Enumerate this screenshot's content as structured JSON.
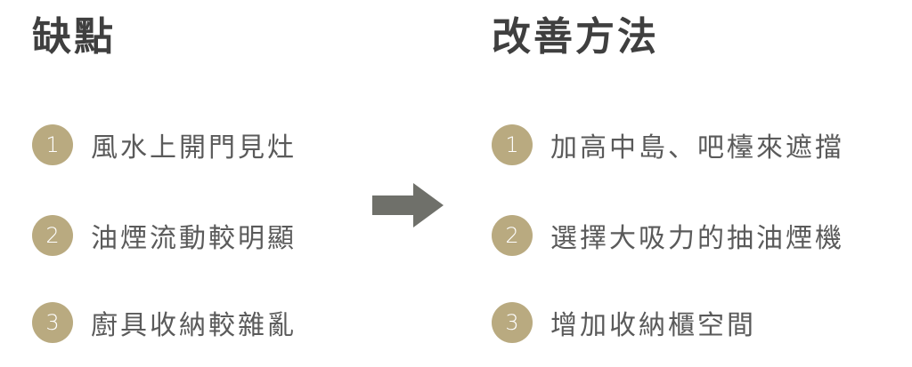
{
  "left": {
    "heading": "缺點",
    "items": [
      {
        "number": "1",
        "text": "風水上開門見灶"
      },
      {
        "number": "2",
        "text": "油煙流動較明顯"
      },
      {
        "number": "3",
        "text": "廚具收納較雜亂"
      }
    ]
  },
  "right": {
    "heading": "改善方法",
    "items": [
      {
        "number": "1",
        "text": "加高中島、吧檯來遮擋"
      },
      {
        "number": "2",
        "text": "選擇大吸力的抽油煙機"
      },
      {
        "number": "3",
        "text": "增加收納櫃空間"
      }
    ]
  },
  "colors": {
    "badge": "#b9aa80",
    "heading": "#3f3f3f",
    "text": "#5a5a5a",
    "arrow": "#6f706a"
  },
  "arrow": {
    "icon": "arrow-right-icon"
  }
}
